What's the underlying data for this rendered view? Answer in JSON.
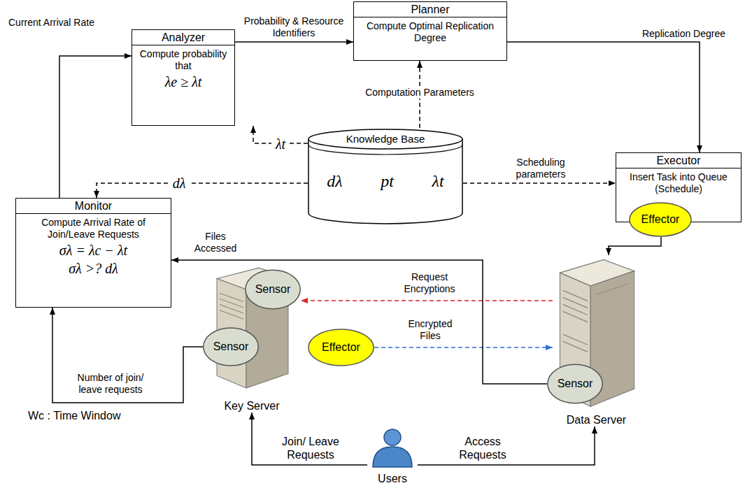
{
  "diagram": {
    "nodes": [
      {
        "text": [
          "Analyzer",
          "Compute probability that",
          "λe ≥ λt"
        ]
      },
      {
        "text": [
          "Planner",
          "Compute Optimal Replication Degree"
        ]
      },
      {
        "text": [
          "Knowledge Base",
          "dλ",
          "pt",
          "λt"
        ]
      },
      {
        "text": [
          "Executor",
          "Insert Task into Queue (Schedule)"
        ]
      },
      {
        "text": [
          "Effector"
        ],
        "in": 3
      },
      {
        "text": [
          "Monitor",
          "Compute Arrival Rate of Join/Leave Requests",
          "σλ = λc − λt",
          "σλ >? dλ"
        ]
      },
      {
        "text": [
          "Key Server"
        ]
      },
      {
        "text": [
          "Sensor"
        ]
      },
      {
        "text": [
          "Sensor"
        ]
      },
      {
        "text": [
          "Effector"
        ]
      },
      {
        "text": [
          "Data Server"
        ]
      },
      {
        "text": [
          "Sensor"
        ]
      },
      {
        "text": [
          "Users"
        ]
      }
    ],
    "edges": [
      {
        "from": 5,
        "to": 0,
        "label": "Current Arrival Rate",
        "arrow": "to"
      },
      {
        "from": 0,
        "to": 1,
        "label": "Probability & Resource Identifiers",
        "arrow": "to"
      },
      {
        "from": 1,
        "to": 3,
        "label": "Replication Degree",
        "arrow": "to"
      },
      {
        "from": 2,
        "to": 0,
        "label": "λt",
        "arrow": "to"
      },
      {
        "from": 2,
        "to": 1,
        "label": "Computation Parameters",
        "arrow": "to"
      },
      {
        "from": 2,
        "to": 3,
        "label": "Scheduling parameters",
        "arrow": "to"
      },
      {
        "from": 2,
        "to": 5,
        "label": "dλ",
        "arrow": "to"
      },
      {
        "from": 4,
        "to": 10,
        "arrow": "to"
      },
      {
        "from": 10,
        "to": 7,
        "label": "Request Encryptions",
        "arrow": "to"
      },
      {
        "from": 9,
        "to": 10,
        "label": "Encrypted Files",
        "arrow": "to"
      },
      {
        "from": 11,
        "to": 5,
        "label": "Files Accessed",
        "arrow": "to"
      },
      {
        "from": 8,
        "to": 5,
        "label": "Number of join/ leave requests",
        "arrow": "to"
      },
      {
        "from": 12,
        "to": 6,
        "label": "Join/ Leave Requests",
        "arrow": "to"
      },
      {
        "from": 12,
        "to": 10,
        "label": "Access Requests",
        "arrow": "to"
      }
    ],
    "labels": [
      "Wc : Time Window"
    ]
  }
}
